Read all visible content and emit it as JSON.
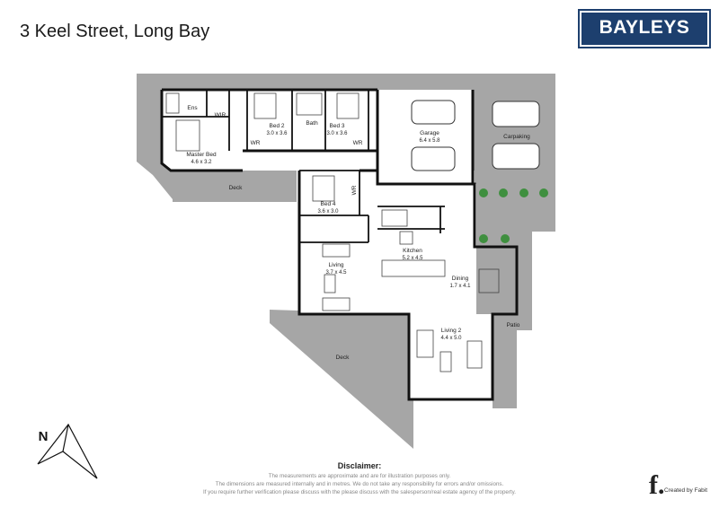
{
  "header": {
    "title": "3 Keel Street, Long Bay",
    "logo_text": "BAYLEYS",
    "logo_color": "#1d3f6e"
  },
  "floorplan": {
    "rooms": [
      {
        "name": "Ens",
        "size": ""
      },
      {
        "name": "WIR",
        "size": ""
      },
      {
        "name": "Bed 2",
        "size": "3.0 x 3.6"
      },
      {
        "name": "Bath",
        "size": ""
      },
      {
        "name": "Bed 3",
        "size": "3.0 x 3.6"
      },
      {
        "name": "Garage",
        "size": "6.4 x 5.8"
      },
      {
        "name": "Carpaking",
        "size": ""
      },
      {
        "name": "Master Bed",
        "size": "4.6 x 3.2"
      },
      {
        "name": "WR",
        "size": ""
      },
      {
        "name": "WR",
        "size": ""
      },
      {
        "name": "Deck",
        "size": ""
      },
      {
        "name": "Bed 4",
        "size": "3.6 x 3.0"
      },
      {
        "name": "WR",
        "size": ""
      },
      {
        "name": "Kitchen",
        "size": "5.2 x 4.5"
      },
      {
        "name": "Living",
        "size": "3.7 x 4.5"
      },
      {
        "name": "Dining",
        "size": "1.7 x 4.1"
      },
      {
        "name": "Patio",
        "size": ""
      },
      {
        "name": "Living 2",
        "size": "4.4 x 5.0"
      },
      {
        "name": "Deck",
        "size": ""
      }
    ],
    "compass_label": "N",
    "wall_color": "#111111",
    "outdoor_color": "#a3a3a3"
  },
  "disclaimer": {
    "heading": "Disclaimer:",
    "lines": [
      "The measurements are approximate and are for illustration purposes only.",
      "The dimensions are measured internally and in metres. We do not take any responsibility for errors and/or omissions.",
      "If you require further verification please discuss with the please discuss with the salesperson/real estate agency of the property."
    ]
  },
  "credit": {
    "mark": "f.",
    "text": "Created by Fabit"
  }
}
